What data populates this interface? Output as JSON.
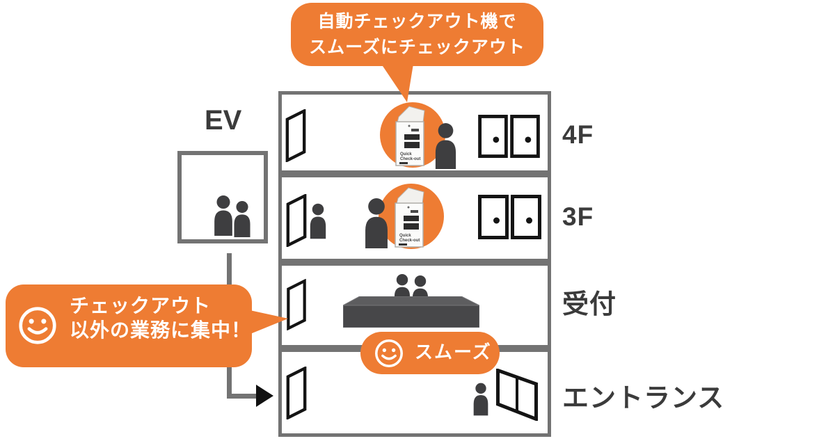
{
  "colors": {
    "orange": "#EE7C33",
    "building_border": "#737373",
    "icon_dark": "#3E3E40",
    "text_dark": "#3B3B3B",
    "door_black": "#141414"
  },
  "callouts": {
    "auto_checkout": {
      "line1": "自動チェックアウト機で",
      "line2": "スムーズにチェックアウト"
    },
    "focus": {
      "line1": "チェックアウト",
      "line2": "以外の業務に集中！"
    },
    "smooth": {
      "label": "スムーズ"
    }
  },
  "elevator": {
    "label": "EV"
  },
  "floors": [
    {
      "label": "4F"
    },
    {
      "label": "3F"
    },
    {
      "label": "受付"
    },
    {
      "label": "エントランス"
    }
  ],
  "checkout_machine": {
    "brand_line1": "Quick",
    "brand_line2": "Check-out"
  }
}
